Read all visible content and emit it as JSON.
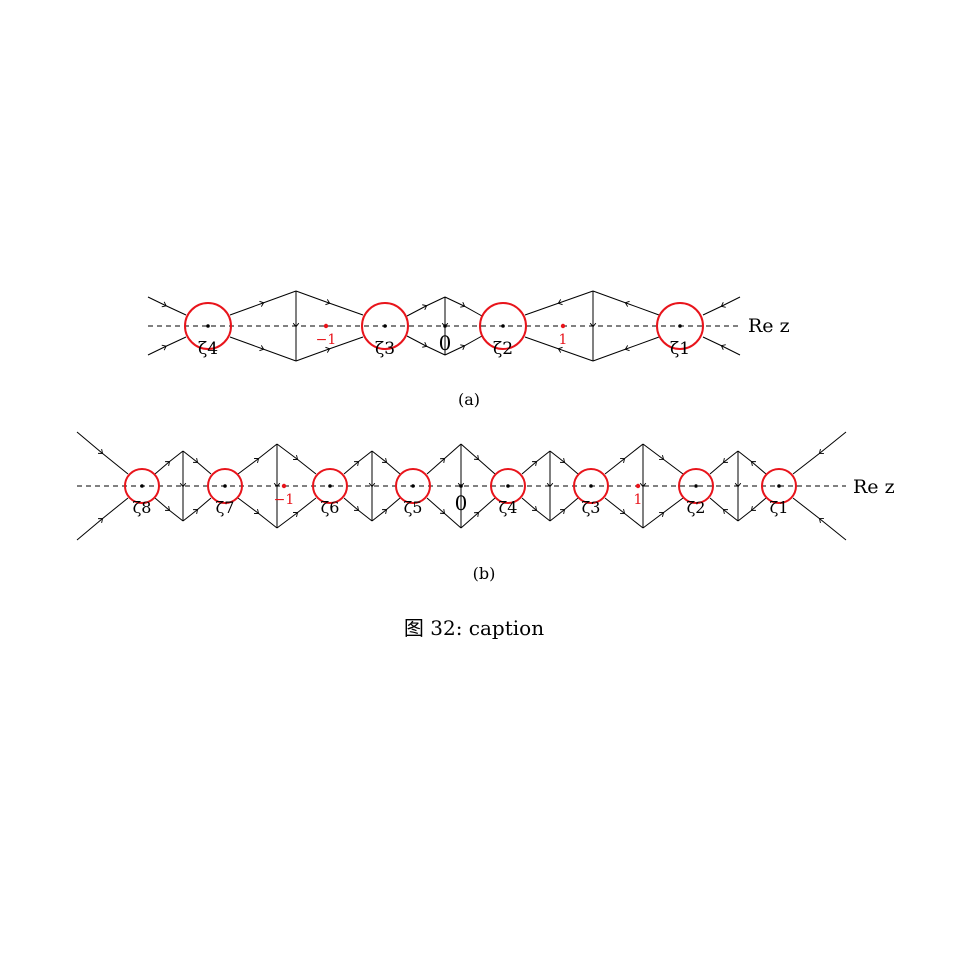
{
  "diagrams": [
    {
      "id": "a",
      "subcaption": "(a)",
      "axis_label": "Re z",
      "origin_label": "0",
      "zeta_labels": [
        "ζ4",
        "ζ3",
        "ζ2",
        "ζ1"
      ],
      "red_point_labels": [
        "−1",
        "1"
      ]
    },
    {
      "id": "b",
      "subcaption": "(b)",
      "axis_label": "Re z",
      "origin_label": "0",
      "zeta_labels": [
        "ζ8",
        "ζ7",
        "ζ6",
        "ζ5",
        "ζ4",
        "ζ3",
        "ζ2",
        "ζ1"
      ],
      "red_point_labels": [
        "−1",
        "1"
      ]
    }
  ],
  "caption": "图 32: caption",
  "colors": {
    "circle": "#e8141b",
    "point": "#e8141b",
    "line": "#000000"
  }
}
